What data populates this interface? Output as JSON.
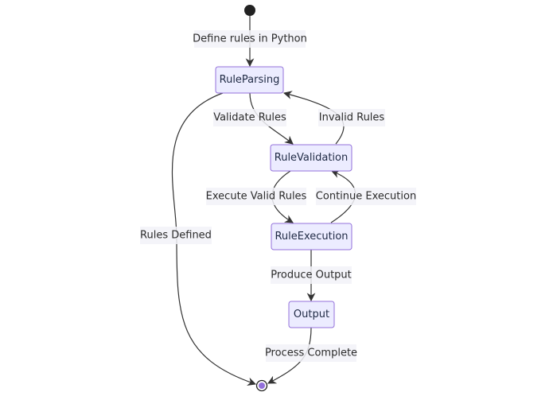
{
  "diagram": {
    "type": "state-diagram",
    "colors": {
      "node_fill": "#ECECFF",
      "node_stroke": "#9370DB",
      "edge": "#333333",
      "start": "#222222",
      "end_inner": "#9370DB"
    },
    "states": {
      "rule_parsing": "RuleParsing",
      "rule_validation": "RuleValidation",
      "rule_execution": "RuleExecution",
      "output": "Output"
    },
    "transitions": {
      "define_rules": "Define rules in Python",
      "validate_rules": "Validate Rules",
      "invalid_rules": "Invalid Rules",
      "execute_valid_rules": "Execute Valid Rules",
      "continue_execution": "Continue Execution",
      "rules_defined": "Rules Defined",
      "produce_output": "Produce Output",
      "process_complete": "Process Complete"
    }
  }
}
